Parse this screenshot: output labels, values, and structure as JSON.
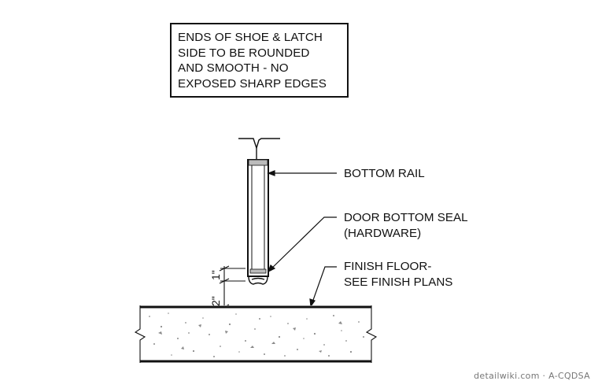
{
  "note": {
    "text": "ENDS OF SHOE & LATCH\nSIDE TO BE ROUNDED\nAND SMOOTH - NO\nEXPOSED SHARP EDGES"
  },
  "labels": {
    "bottom_rail": "BOTTOM RAIL",
    "door_bottom_seal": "DOOR BOTTOM SEAL\n(HARDWARE)",
    "finish_floor": "FINISH FLOOR-\nSEE FINISH PLANS"
  },
  "dimensions": {
    "upper": "1\"",
    "lower": "2\""
  },
  "watermark": "detailwiki.com · A-CQDSA"
}
